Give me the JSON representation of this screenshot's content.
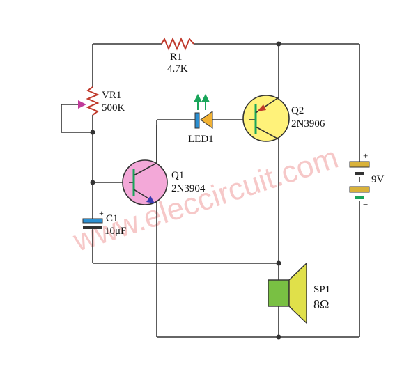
{
  "watermark": "www.eleccircuit.com",
  "components": {
    "r1": {
      "name": "R1",
      "value": "4.7K"
    },
    "vr1": {
      "name": "VR1",
      "value": "500K"
    },
    "led1": {
      "name": "LED1"
    },
    "q1": {
      "name": "Q1",
      "value": "2N3904"
    },
    "q2": {
      "name": "Q2",
      "value": "2N3906"
    },
    "c1": {
      "name": "C1",
      "value": "10μF",
      "polarity": "+"
    },
    "battery": {
      "value": "9V",
      "plus": "+",
      "minus": "−"
    },
    "sp1": {
      "name": "SP1",
      "value": "8Ω"
    }
  },
  "colors": {
    "wire": "#333333",
    "q1_body": "#f3a8d8",
    "q2_body": "#fff27a",
    "led": "#f2b233",
    "led_arrows": "#19a55a",
    "speaker_magnet": "#79c043",
    "speaker_cone": "#e0e04a",
    "capacitor": "#2b8fd1",
    "battery_cell": "#d9b23a",
    "emitter_arrow": "#c03a9a",
    "watermark": "#f4b6b6"
  }
}
